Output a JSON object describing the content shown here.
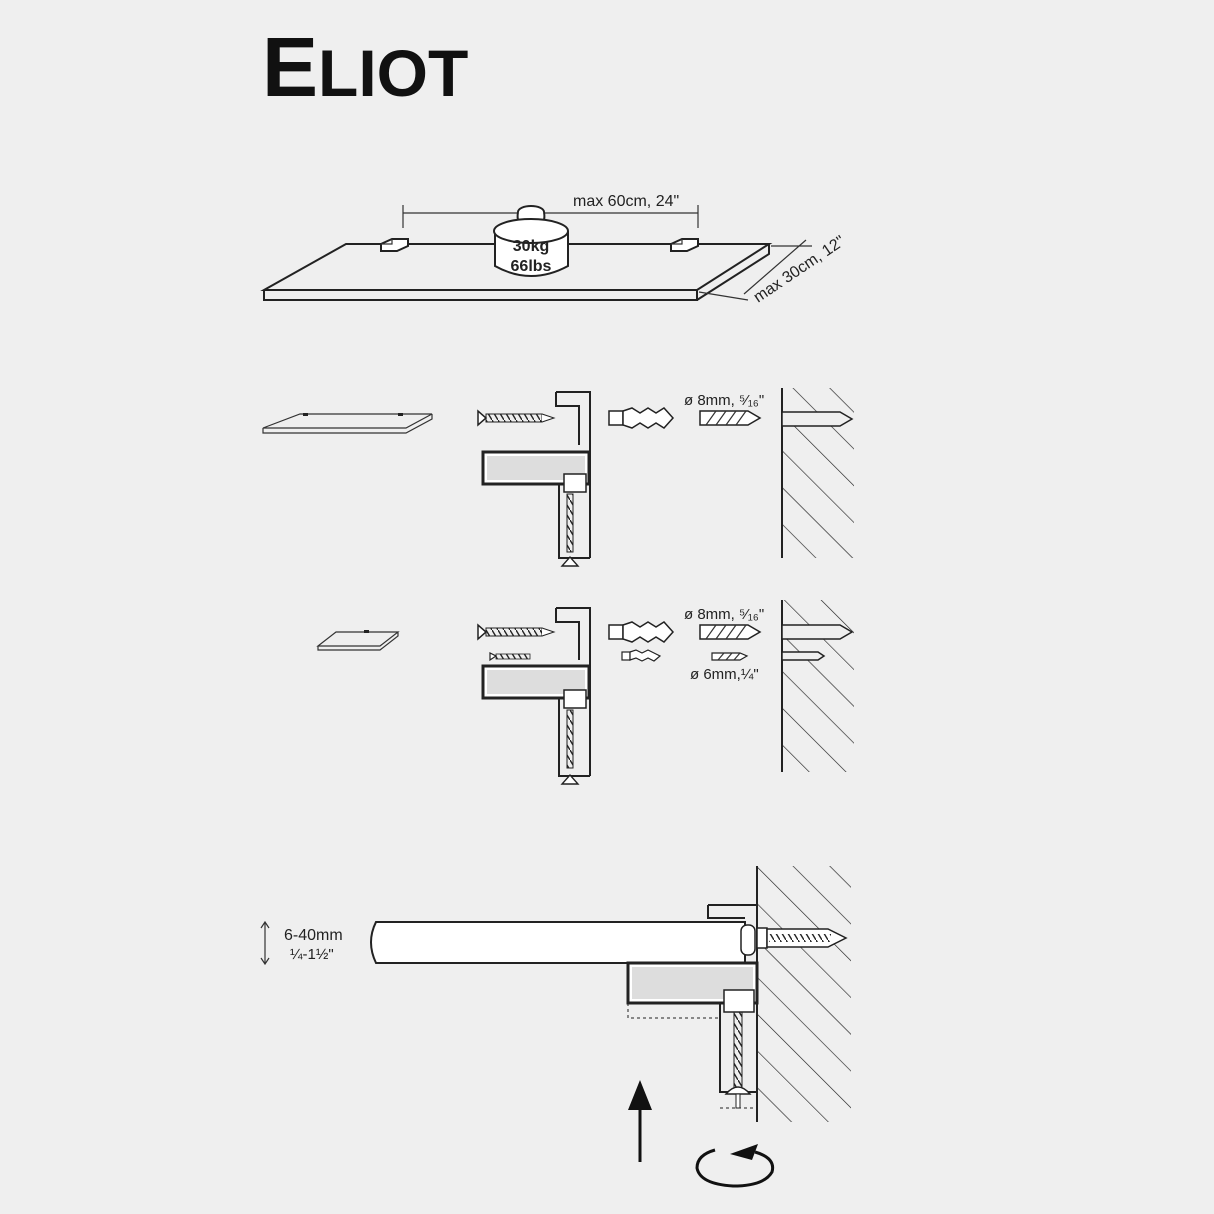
{
  "title": {
    "big": "E",
    "rest": "LIOT"
  },
  "capacity": {
    "span_label": "max 60cm, 24\"",
    "depth_label": "max 30cm, 12\"",
    "weight_kg": "30kg",
    "weight_lbs": "66lbs"
  },
  "step_large": {
    "drill_label": "ø 8mm, ⁵⁄₁₆\""
  },
  "step_small": {
    "drill_label": "ø 8mm, ⁵⁄₁₆\"",
    "drill_small_label": "ø 6mm,¼\""
  },
  "thickness": {
    "metric": "6-40mm",
    "imperial": "¼-1½\""
  },
  "icons": [
    "weight-icon",
    "screw-icon",
    "wall-plug-icon",
    "drill-bit-icon",
    "arrow-up-icon",
    "rotate-icon"
  ]
}
